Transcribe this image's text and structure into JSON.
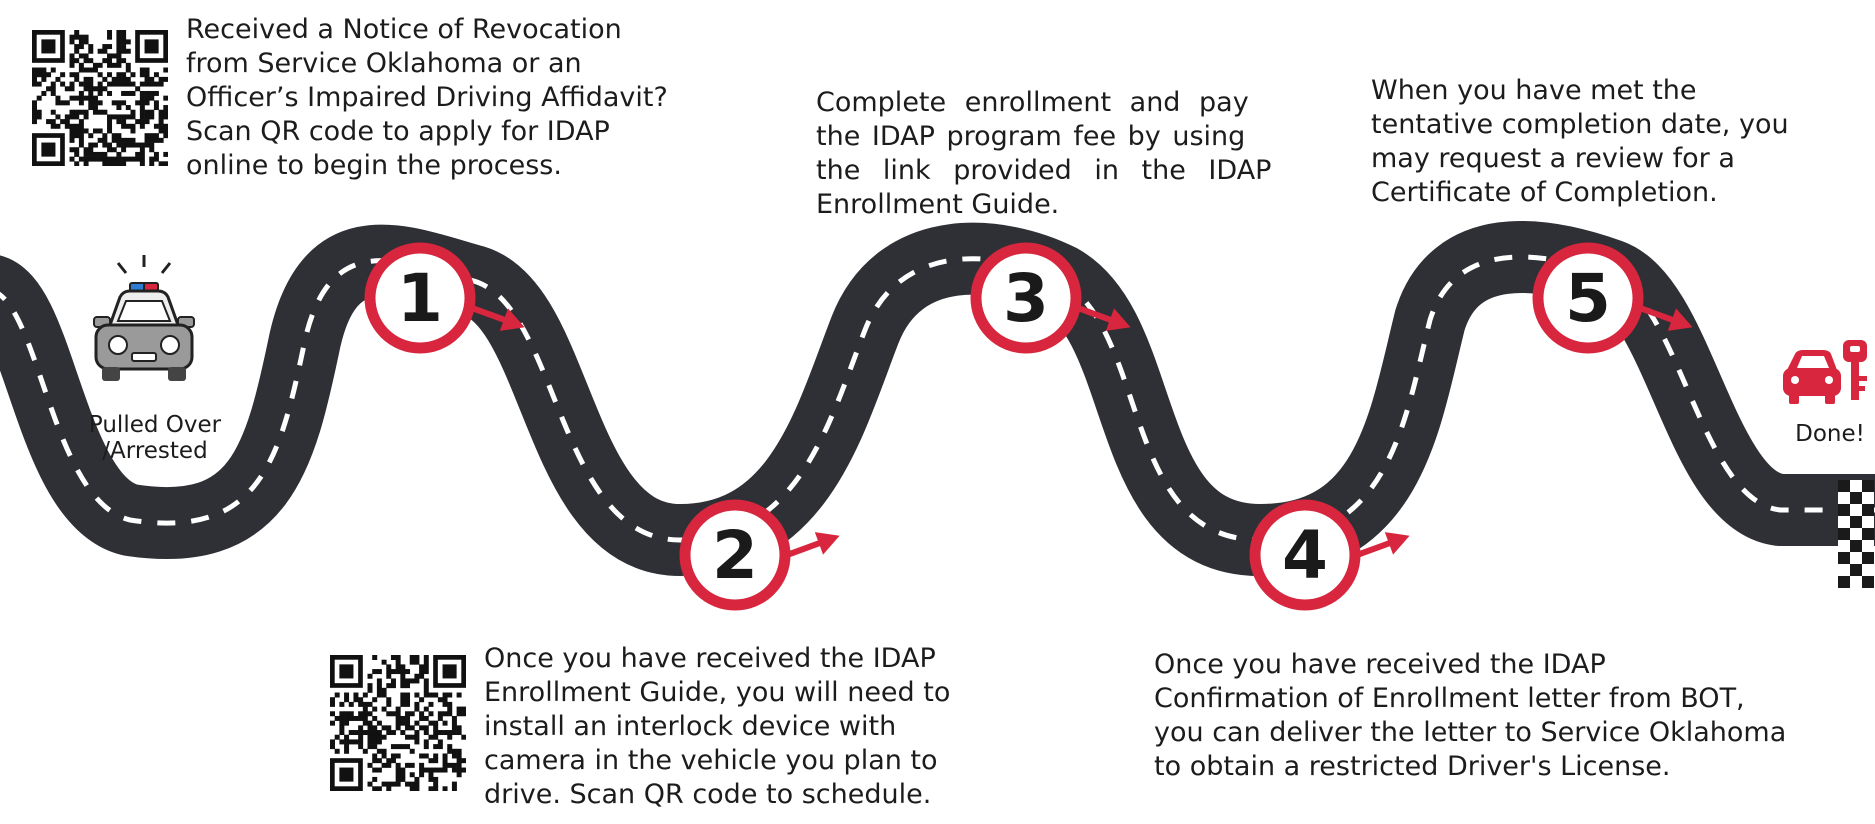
{
  "start_label": [
    "Pulled Over",
    "/Arrested"
  ],
  "end_label": "Done!",
  "steps": [
    {
      "number": "1",
      "lines": [
        "Received a Notice of Revocation",
        "from Service Oklahoma or an",
        "Officer’s Impaired Driving Affidavit?",
        "Scan QR code to apply for IDAP",
        "online to begin the process."
      ]
    },
    {
      "number": "2",
      "lines": [
        "Once you have received the IDAP",
        "Enrollment Guide, you will need to",
        "install an interlock device with",
        "camera in the vehicle you plan to",
        "drive.  Scan QR code to schedule."
      ]
    },
    {
      "number": "3",
      "lines": [
        "Complete enrollment and pay",
        "the IDAP program fee by using",
        "the link provided in the IDAP",
        "Enrollment Guide."
      ]
    },
    {
      "number": "4",
      "lines": [
        "Once you have received the IDAP",
        "Confirmation of Enrollment letter from BOT,",
        "you can deliver the letter to Service Oklahoma",
        "to obtain a restricted Driver's License."
      ]
    },
    {
      "number": "5",
      "lines": [
        "When you have met the",
        "tentative completion date, you",
        "may request a review for a",
        "Certificate of Completion."
      ]
    }
  ],
  "icons": {
    "start": "police-car-icon",
    "end": "car-key-icon",
    "qr": "qr-code-icon"
  },
  "colors": {
    "road": "#2e3035",
    "accent": "#d7263d",
    "text": "#1c1c1c"
  }
}
